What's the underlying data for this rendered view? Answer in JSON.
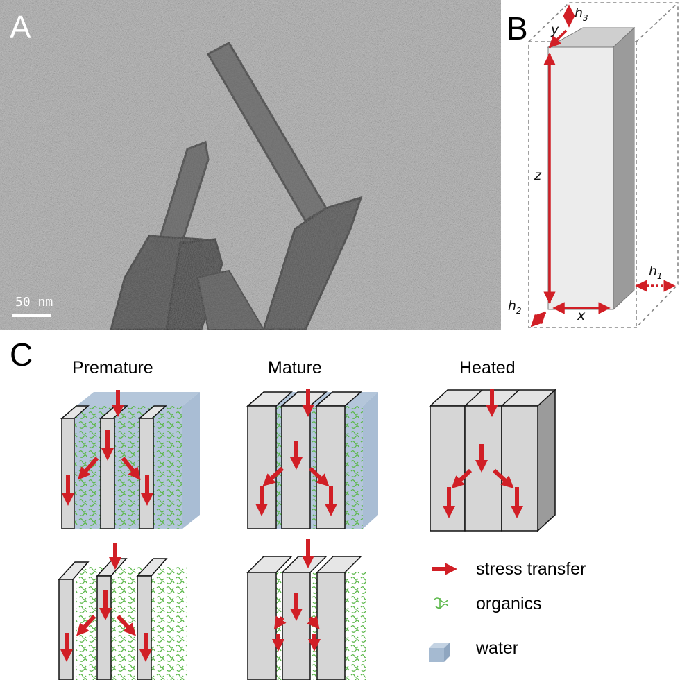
{
  "panels": {
    "a": {
      "letter": "A",
      "scale_bar": "50 nm"
    },
    "b": {
      "letter": "B",
      "labels": {
        "h3": "h",
        "h3_sub": "3",
        "y": "y",
        "z": "z",
        "h1": "h",
        "h1_sub": "1",
        "h2": "h",
        "h2_sub": "2",
        "x": "x"
      }
    },
    "c": {
      "letter": "C",
      "columns": {
        "premature": "Premature",
        "mature": "Mature",
        "heated": "Heated"
      },
      "legend": {
        "stress": "stress transfer",
        "organics": "organics",
        "water": "water"
      }
    }
  },
  "colors": {
    "arrow": "#d11f26",
    "organics": "#5cb84a",
    "water": "#9fb6cf",
    "block": "#d9d9d9",
    "side": "#9b9b9b"
  }
}
